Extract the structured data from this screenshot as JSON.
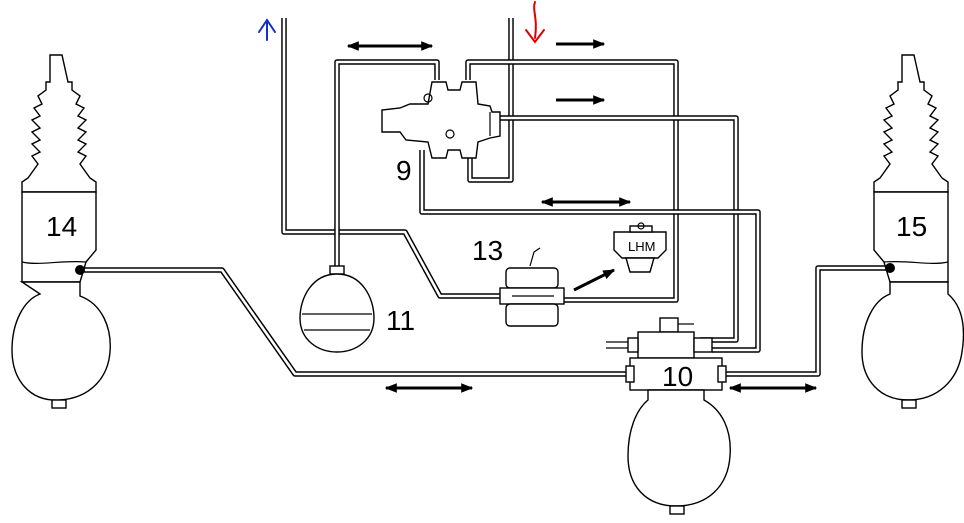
{
  "labels": {
    "rear_left_cylinder": "14",
    "rear_right_cylinder": "15",
    "height_corrector": "9",
    "rear_brake_accumulator": "11",
    "return_manifold": "13",
    "central_valve": "10",
    "reservoir": "LHM"
  },
  "colors": {
    "supply_arrow": "#e00000",
    "return_arrow": "#1030c8",
    "lines": "#000000"
  },
  "icons": {
    "supply_indicator": "red-down-arrow-icon",
    "return_indicator": "blue-up-arrow-icon",
    "flow_arrows": "double-headed-arrow-icon"
  }
}
